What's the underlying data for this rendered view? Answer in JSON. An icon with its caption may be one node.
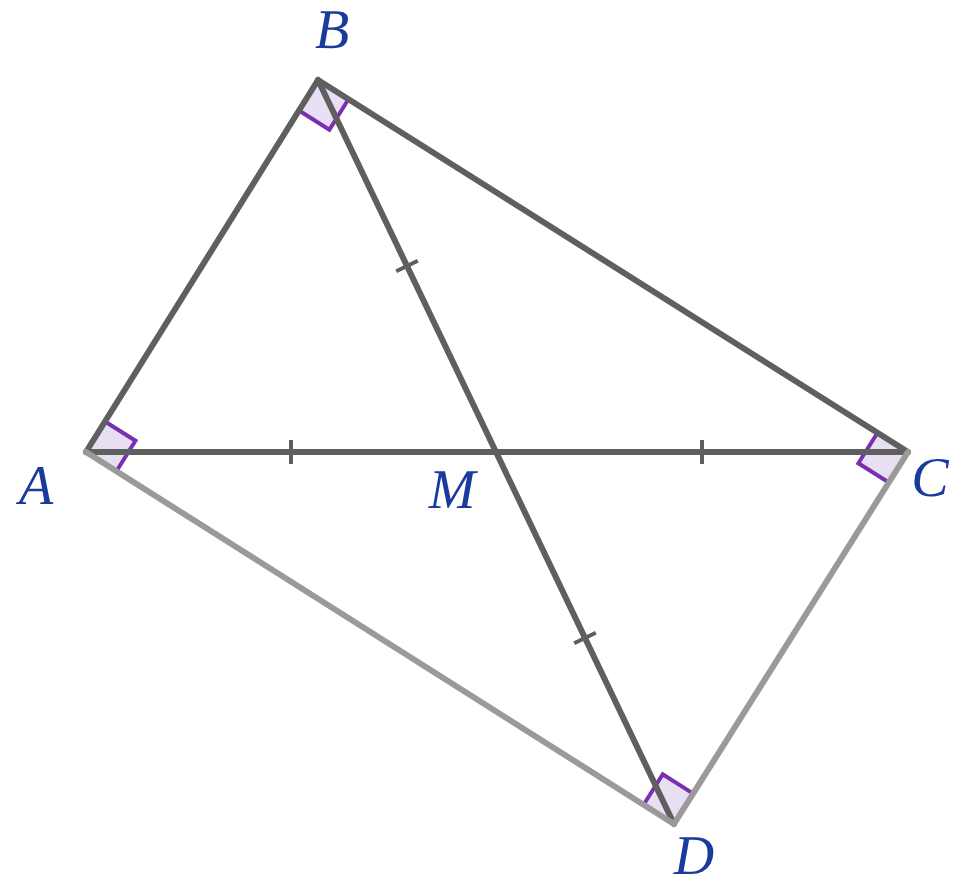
{
  "diagram": {
    "nodes": [
      {
        "text": [
          "B"
        ]
      },
      {
        "text": [
          "A"
        ]
      },
      {
        "text": [
          "M"
        ]
      },
      {
        "text": [
          "C"
        ]
      },
      {
        "text": [
          "D"
        ]
      }
    ],
    "edges": [
      {
        "from": 1,
        "to": 0,
        "arrow": "none"
      },
      {
        "from": 0,
        "to": 3,
        "arrow": "none"
      },
      {
        "from": 1,
        "to": 2,
        "arrow": "none"
      },
      {
        "from": 2,
        "to": 3,
        "arrow": "none"
      },
      {
        "from": 0,
        "to": 2,
        "arrow": "none"
      },
      {
        "from": 2,
        "to": 4,
        "arrow": "none"
      },
      {
        "from": 1,
        "to": 4,
        "arrow": "none",
        "color": "#9a9a9a"
      },
      {
        "from": 4,
        "to": 3,
        "arrow": "none",
        "color": "#9a9a9a"
      }
    ]
  }
}
